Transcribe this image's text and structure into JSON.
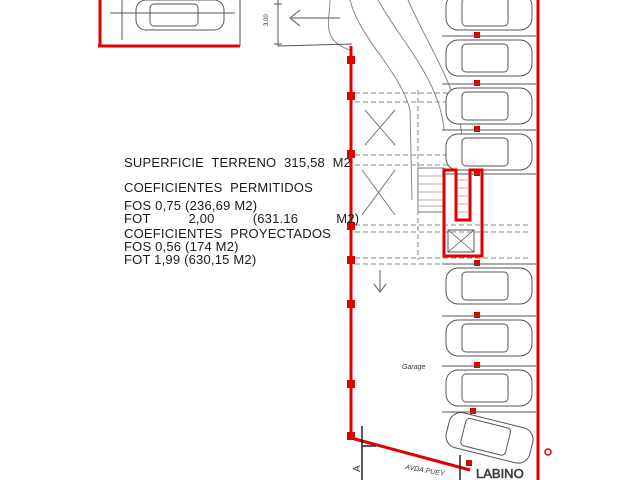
{
  "notes": {
    "surface": "SUPERFICIE  TERRENO  315,58  M2",
    "permitted_title": "COEFICIENTES  PERMITIDOS",
    "fos_permitted": "FOS 0,75 (236,69 M2)",
    "fot_permitted": "FOT          2,00          (631.16          M2)",
    "projected_title": "COEFICIENTES  PROYECTADOS",
    "fos_projected": "FOS 0,56 (174 M2)",
    "fot_projected": "FOT 1,99 (630,15 M2)"
  },
  "plan": {
    "garage_label": "Garage",
    "street_label": "AVDA.PUEY",
    "street_label_2": "LABINO",
    "dimension_label": "3,00",
    "section_mark": "A"
  },
  "colors": {
    "wall": "#e00000",
    "line": "#555555",
    "hatch": "#999999"
  }
}
